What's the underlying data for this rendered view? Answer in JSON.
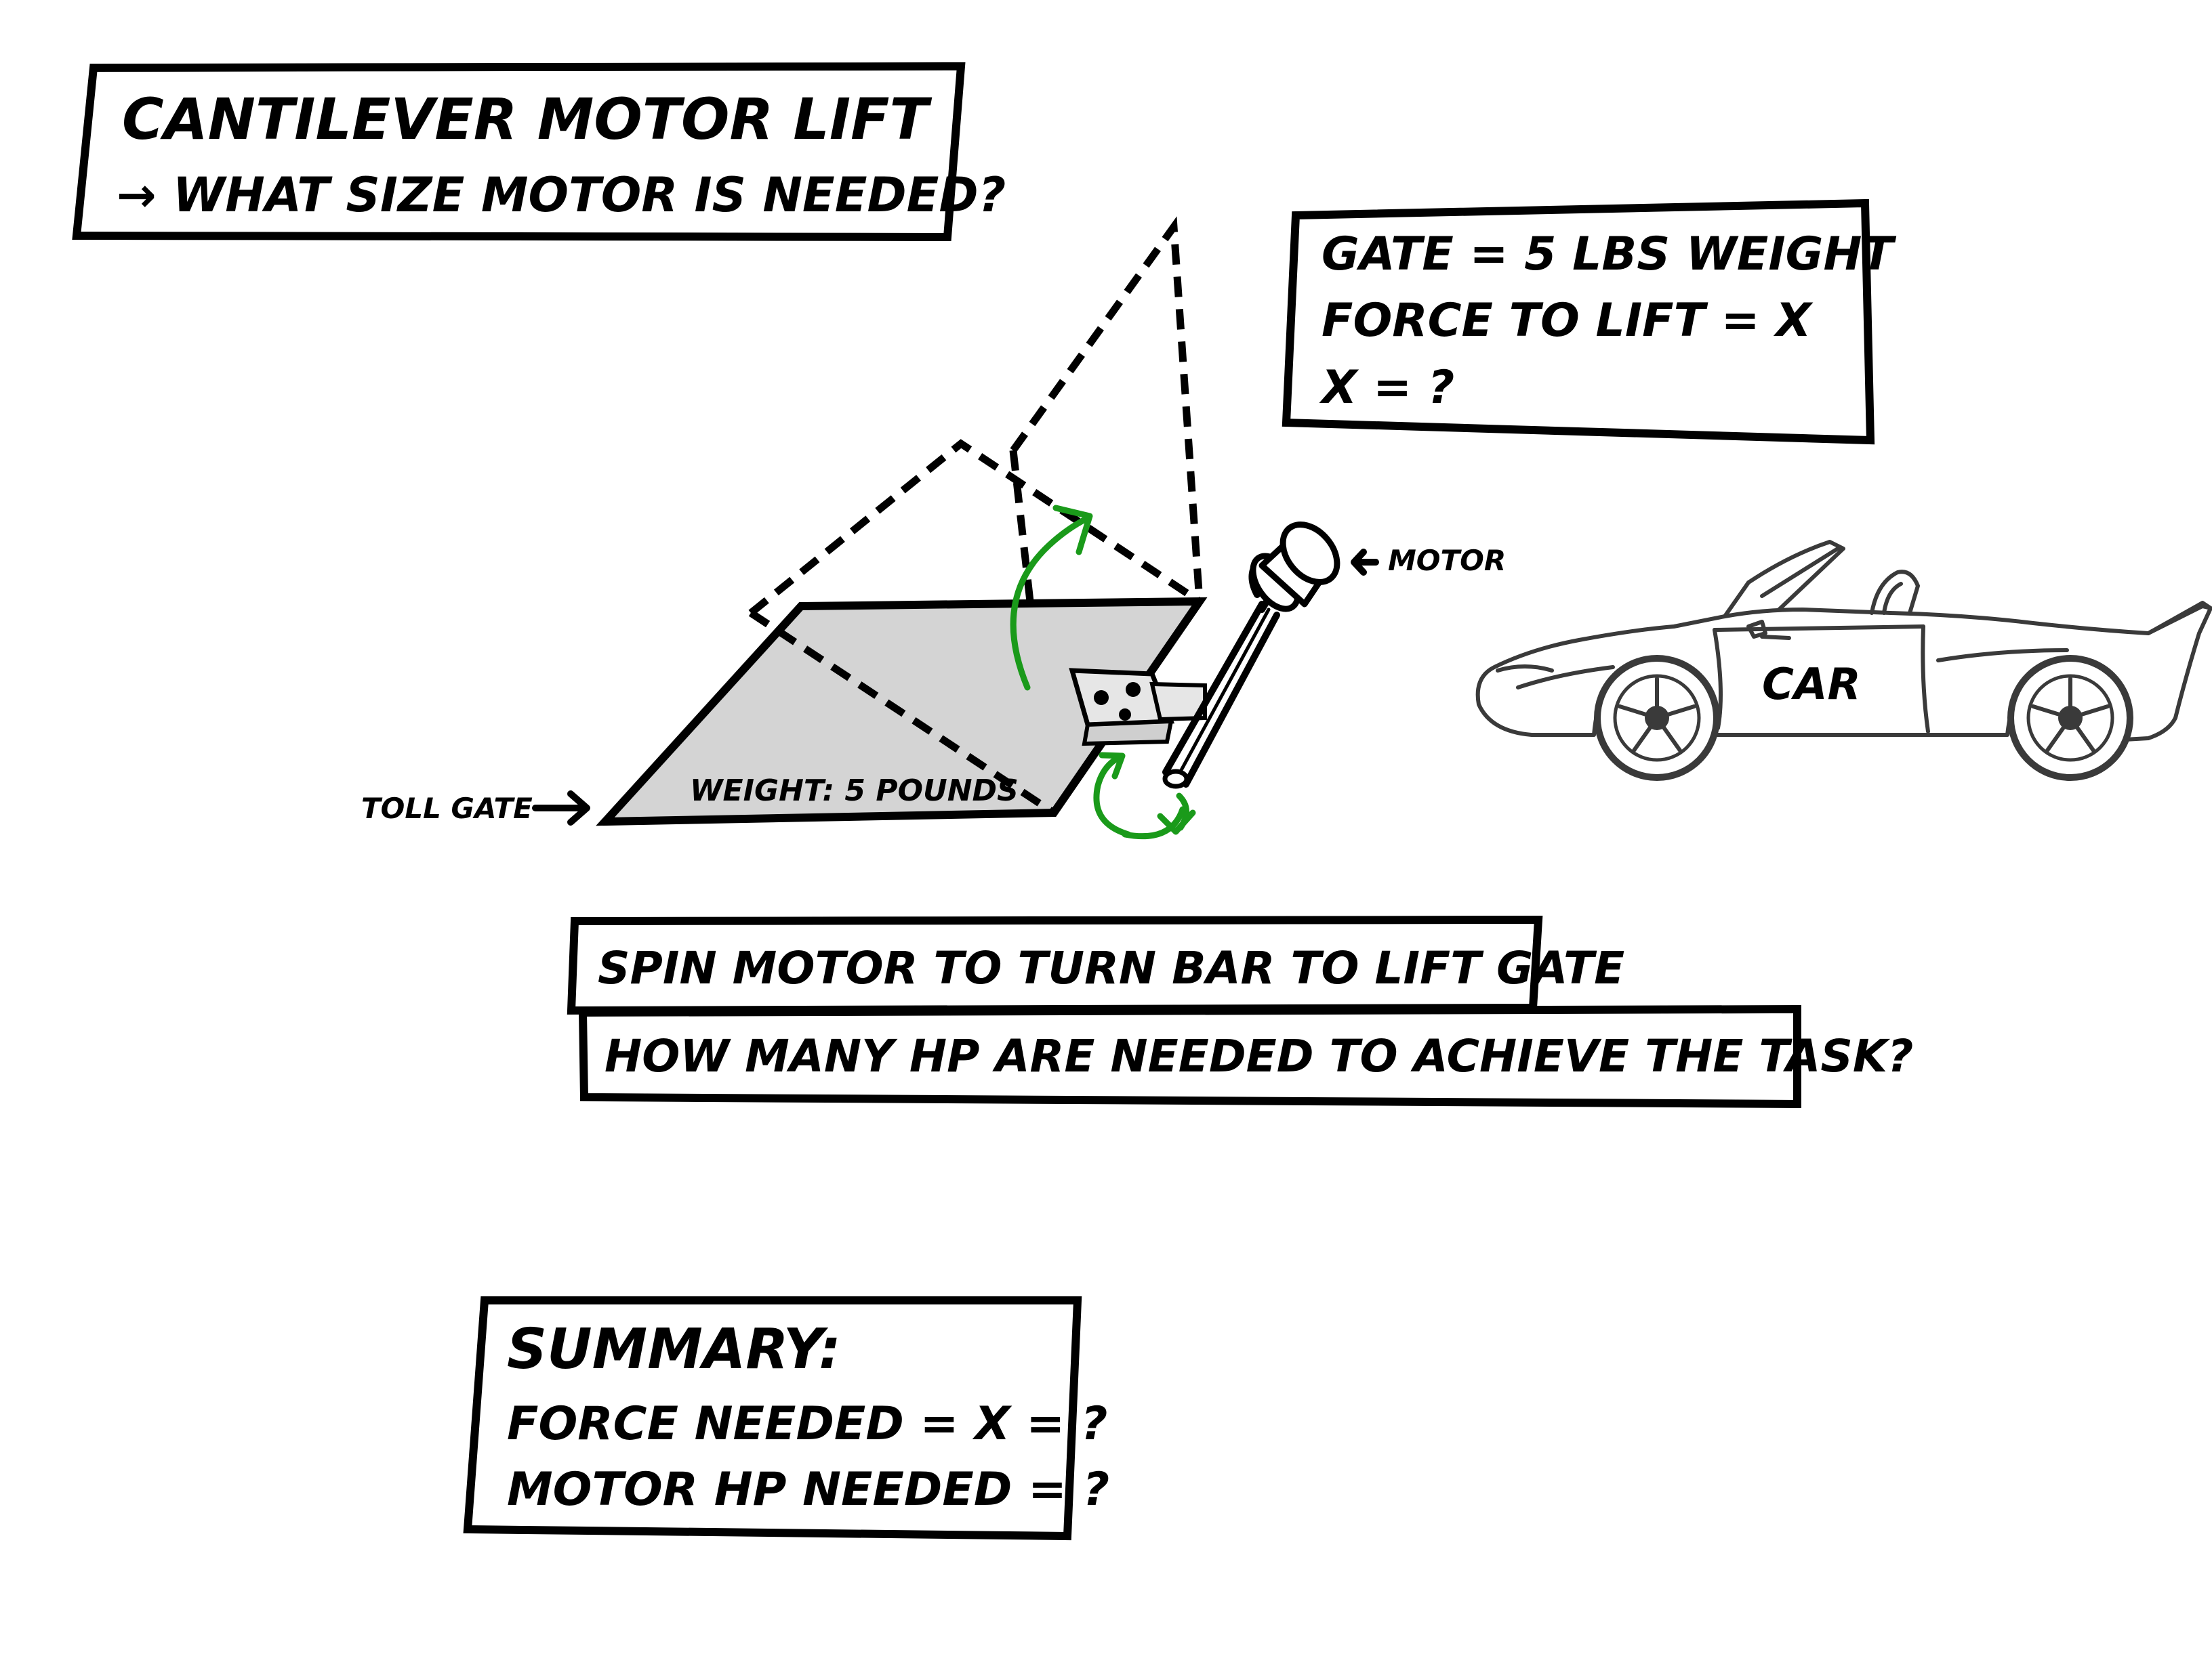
{
  "title": {
    "main": "CANTILEVER MOTOR LIFT",
    "question": "→ WHAT SIZE MOTOR IS NEEDED?"
  },
  "givens": {
    "line1": "GATE = 5 LBS WEIGHT",
    "line2": "FORCE TO LIFT = X",
    "line3": "X = ?"
  },
  "labels": {
    "motor": "MOTOR",
    "car": "CAR",
    "toll_gate": "TOLL GATE",
    "gate_weight": "WEIGHT: 5 POUNDS"
  },
  "instructions": {
    "line1": "SPIN MOTOR TO TURN BAR TO LIFT GATE",
    "line2": "HOW MANY HP ARE NEEDED TO ACHIEVE THE TASK?"
  },
  "summary": {
    "heading": "SUMMARY:",
    "force": "FORCE NEEDED = X = ?",
    "hp": "MOTOR HP NEEDED = ?"
  },
  "colors": {
    "ink": "#000000",
    "gate_fill": "#d4d4d4",
    "rotation_arrows": "#1a9a1a",
    "car_outline": "#3a3a3a",
    "background": "#ffffff"
  },
  "icons": {
    "motor_pointer": "arrow-left-icon",
    "toll_gate_pointer": "arrow-right-icon",
    "lift_rotation": "curved-arrow-up-icon",
    "shaft_rotation": "circular-arrows-icon"
  }
}
